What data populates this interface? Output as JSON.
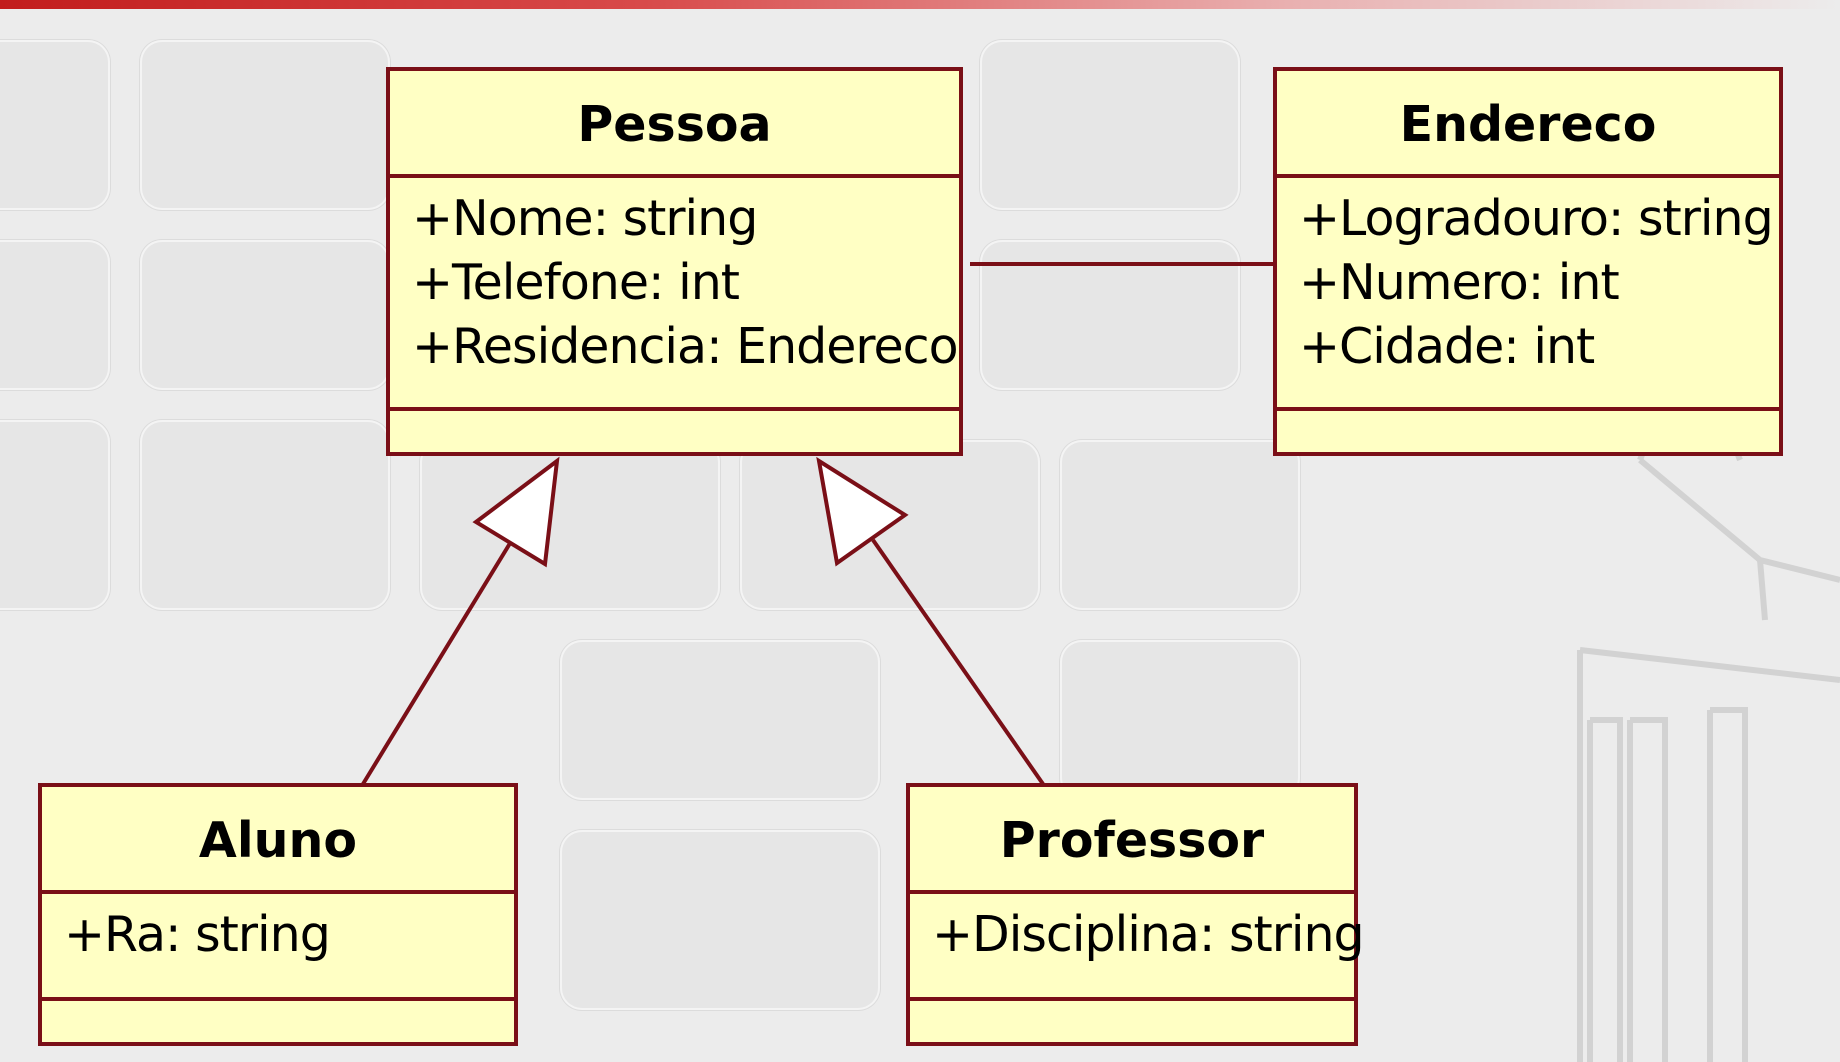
{
  "colors": {
    "box_fill": "#ffffc4",
    "border": "#7a0f17",
    "background": "#ececec"
  },
  "classes": {
    "pessoa": {
      "name": "Pessoa",
      "attributes": [
        "+Nome: string",
        "+Telefone: int",
        "+Residencia: Endereco"
      ]
    },
    "endereco": {
      "name": "Endereco",
      "attributes": [
        "+Logradouro: string",
        "+Numero: int",
        "+Cidade: int"
      ]
    },
    "aluno": {
      "name": "Aluno",
      "attributes": [
        "+Ra: string"
      ]
    },
    "professor": {
      "name": "Professor",
      "attributes": [
        "+Disciplina: string"
      ]
    }
  },
  "relations": [
    {
      "type": "association",
      "from": "Pessoa",
      "to": "Endereco"
    },
    {
      "type": "generalization",
      "from": "Aluno",
      "to": "Pessoa"
    },
    {
      "type": "generalization",
      "from": "Professor",
      "to": "Pessoa"
    }
  ]
}
